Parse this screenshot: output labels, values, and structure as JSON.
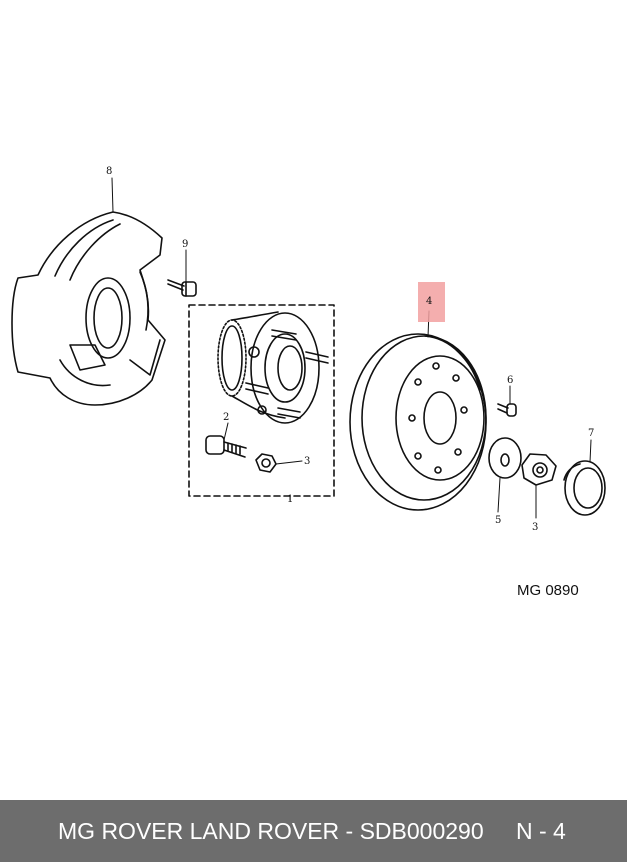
{
  "diagram": {
    "drawing_code": "MG 0890",
    "highlight_color": "#f2a0a0",
    "callouts": {
      "c1": "1",
      "c2": "2",
      "c3a": "3",
      "c3b": "3",
      "c4": "4",
      "c5": "5",
      "c6": "6",
      "c7": "7",
      "c8": "8",
      "c9": "9"
    }
  },
  "footer": {
    "title": "MG ROVER LAND ROVER - SDB000290",
    "ref": "N - 4",
    "background": "#6d6d6d"
  }
}
